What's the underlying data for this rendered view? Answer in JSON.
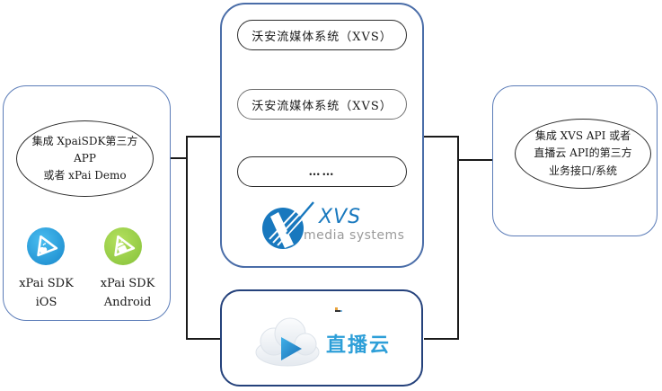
{
  "figure": {
    "left_box": {
      "ellipse": {
        "line1": "集成 XpaiSDK第三方",
        "line2": "APP",
        "line3": "或者 xPai Demo"
      },
      "ios": {
        "label1": "xPai SDK",
        "label2": "iOS"
      },
      "android": {
        "label1": "xPai SDK",
        "label2": "Android"
      }
    },
    "center_box": {
      "pill1": "沃安流媒体系统（XVS）",
      "pill2": "沃安流媒体系统（XVS）",
      "pill3": "……",
      "logo_title": "XVS",
      "logo_subtitle": "media systems"
    },
    "right_box": {
      "ellipse": {
        "line1": "集成 XVS  API 或者",
        "line2": "直播云 API的第三方",
        "line3": "业务接口/系统"
      }
    },
    "bottom_box": {
      "logo_text": "直播云"
    },
    "colors": {
      "outer_border": "#5b7cb8",
      "center_border": "#4a6da8",
      "bottom_border": "#24417b",
      "connector": "#1a1a1a",
      "xvs_blue": "#1878be",
      "subtitle_gray": "#9a9a9a",
      "live_cloud_blue": "#2e9fd8",
      "ios_icon_blue": "#2ea7e0",
      "android_icon_green": "#97ce38"
    }
  }
}
